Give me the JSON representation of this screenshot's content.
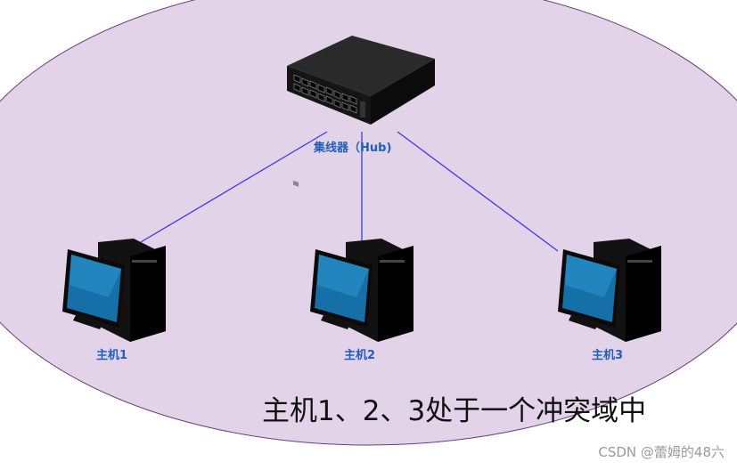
{
  "hub": {
    "label": "集线器（Hub)"
  },
  "hosts": [
    {
      "label": "主机1"
    },
    {
      "label": "主机2"
    },
    {
      "label": "主机3"
    }
  ],
  "caption": "主机1、2、3处于一个冲突域中",
  "watermark": "CSDN @蕾姆的48六",
  "colors": {
    "domain_fill": "#e2d3e8",
    "domain_stroke": "#6a3d7a",
    "link": "#3a3af0",
    "label": "#1f5fbf"
  }
}
